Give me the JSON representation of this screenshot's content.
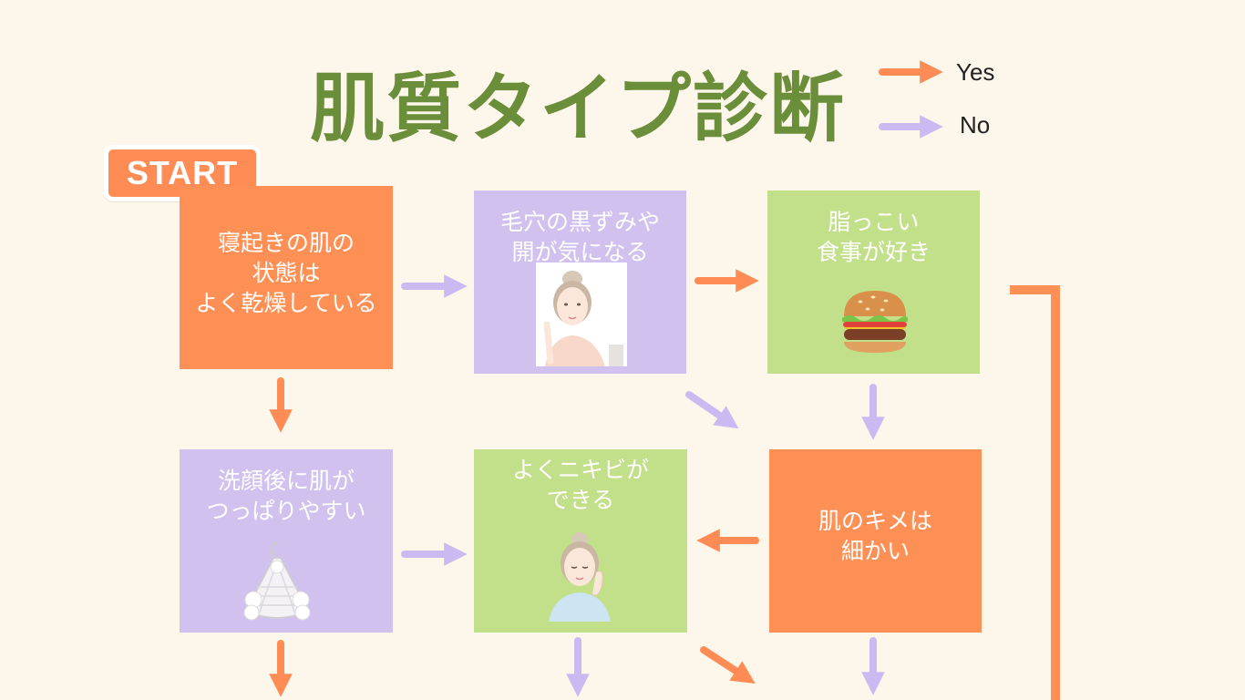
{
  "title": "肌質タイプ診断",
  "legend": {
    "yes_label": "Yes",
    "no_label": "No",
    "yes_color": "#ff9055",
    "no_color": "#cbbaf2"
  },
  "start_label": "START",
  "boxes": [
    {
      "id": "dry-morning",
      "text": "寝起きの肌の\n状態は\nよく乾燥している",
      "color": "orange"
    },
    {
      "id": "pores-dark",
      "text": "毛穴の黒ずみや\n開が気になる",
      "color": "purple",
      "icon": "woman-pointing-icon"
    },
    {
      "id": "oily-food",
      "text": "脂っこい\n食事が好き",
      "color": "green",
      "icon": "hamburger-icon"
    },
    {
      "id": "tight-after-wash",
      "text": "洗顔後に肌が\nつっぱりやすい",
      "color": "purple",
      "icon": "face-towel-icon"
    },
    {
      "id": "acne",
      "text": "よくニキビが\nできる",
      "color": "green",
      "icon": "woman-cheek-icon"
    },
    {
      "id": "fine-texture",
      "text": "肌のキメは\n細かい",
      "color": "orange"
    }
  ]
}
